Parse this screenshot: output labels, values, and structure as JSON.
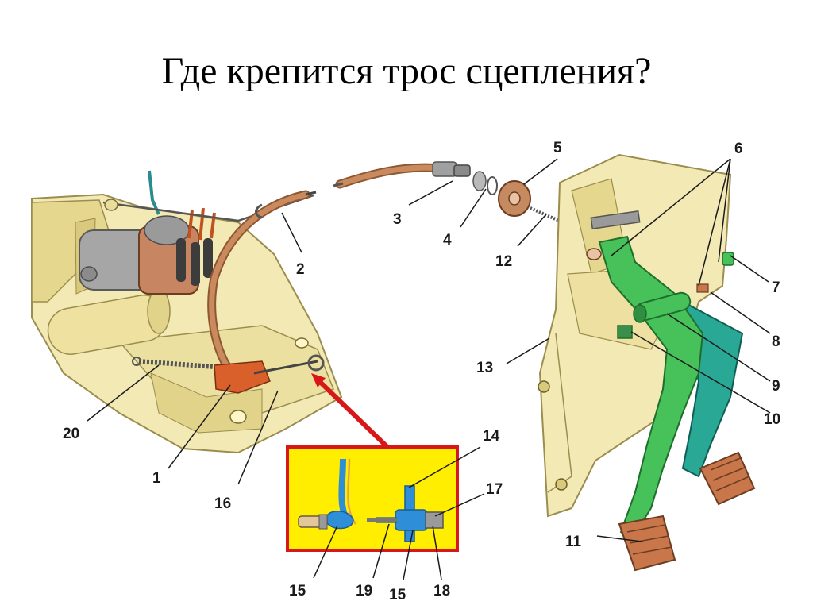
{
  "title": "Где крепится трос сцепления?",
  "colors": {
    "housing": "#f3e9b4",
    "housing_edge": "#9b8d4e",
    "cable": "#b87a4f",
    "pedal_green": "#47c15a",
    "pedal_teal": "#2aa896",
    "pad": "#c9774a",
    "inset_bg": "#ffee00",
    "inset_border": "#d81818",
    "inset_blue": "#2f8ed8"
  },
  "labels": {
    "l1": "1",
    "l2": "2",
    "l3": "3",
    "l4": "4",
    "l5": "5",
    "l6": "6",
    "l7": "7",
    "l8": "8",
    "l9": "9",
    "l10": "10",
    "l11": "11",
    "l12": "12",
    "l13": "13",
    "l14": "14",
    "l15a": "15",
    "l15b": "15",
    "l16": "16",
    "l17": "17",
    "l18": "18",
    "l19": "19",
    "l20": "20"
  }
}
